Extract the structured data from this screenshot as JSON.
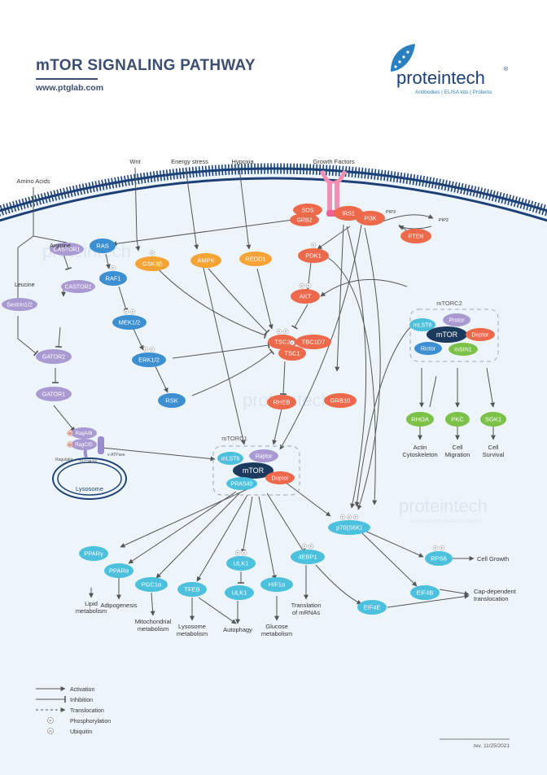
{
  "header": {
    "title": "mTOR SIGNALING PATHWAY",
    "url": "www.ptglab.com",
    "brand_name": "proteintech",
    "brand_mark": "®",
    "tagline": "Antibodies | ELISA kits | Proteins"
  },
  "watermarks": {
    "brand": "proteintech",
    "tagline": "Antibodies | ELISA kits | Proteins"
  },
  "stimuli": {
    "amino_acids": "Amino Acids",
    "arginine": "Arginine",
    "leucine": "Leucine",
    "wnt": "Wnt",
    "energy_stress": "Energy stress",
    "hypoxia": "Hypoxia",
    "growth_factors": "Growth Factors"
  },
  "membrane": {
    "pip3": "PIP3",
    "pip2": "PIP2"
  },
  "nodes": {
    "sos": "SOS",
    "grb2": "GRB2",
    "irs1": "IRS1",
    "pi3k": "PI3K",
    "pten": "PTEN",
    "ras": "RAS",
    "raf1": "RAF1",
    "mek12": "MEK1/2",
    "erk12": "ERK1/2",
    "rsk": "RSK",
    "gsk3b": "GSK3β",
    "ampk": "AMPK",
    "redd1": "REDD1",
    "pdk1": "PDK1",
    "akt": "AKT",
    "tsc2": "TSC2",
    "tsc1": "TSC1",
    "tbc1d7": "TBC1D7",
    "rheb": "RHEB",
    "grb10": "GRB10",
    "castor1": "CASTOR1",
    "castor2": "CASTOR2",
    "sestrin12": "Sestrin1/2",
    "gator2": "GATOR2",
    "gator1": "GATOR1",
    "ragab": "RagA/B",
    "ragcd": "RagC/D",
    "ragulator": "Ragulator",
    "vatpase": "v-ATPase",
    "slc38a9": "SLC38A9",
    "lysosome": "Lysosome",
    "mlst8": "mLST8",
    "raptor": "Raptor",
    "mtor": "mTOR",
    "deptor": "Deptor",
    "pras40": "PRAS40",
    "protor": "Protor",
    "rictor": "Rictor",
    "msin1": "mSIN1",
    "rhoa": "RHOA",
    "pkc": "PKC",
    "sgk1": "SGK1",
    "ppar_g": "PPARγ",
    "ppar_a": "PPARα",
    "pgc1a": "PGC1α",
    "tfeb": "TFEB",
    "ulk1": "ULK1",
    "hif1a": "HIF1α",
    "ebp1": "4EBP1",
    "p70s6k": "p70(S6K)",
    "rps6": "RPS6",
    "eif4b": "EIF4B",
    "eif4e": "EIF4E"
  },
  "complexes": {
    "mtorc1": "mTORC1",
    "mtorc2": "mTORC2"
  },
  "outcomes": {
    "actin": [
      "Actin",
      "Cytoskeleton"
    ],
    "migration": [
      "Cell",
      "Migration"
    ],
    "survival": [
      "Cell",
      "Survival"
    ],
    "lipid": [
      "Lipid",
      "metabolism"
    ],
    "adipogenesis": [
      "Adipogenesis"
    ],
    "mito": [
      "Mitochondrial",
      "metabolism"
    ],
    "lysosome_met": [
      "Lysosome",
      "metabolism"
    ],
    "autophagy": [
      "Autophagy"
    ],
    "glucose": [
      "Glucose",
      "metabolism"
    ],
    "translation": [
      "Translation",
      "of mRNAs"
    ],
    "cell_growth": [
      "Cell Growth"
    ],
    "cap_dep": [
      "Cap-dependent",
      "translocation"
    ]
  },
  "legend": {
    "activation": "Activation",
    "inhibition": "Inhibition",
    "translocation": "Translocation",
    "phosphorylation": "Phosphorylation",
    "ubiquitin": "Ubiquitin"
  },
  "glyphs": {
    "p": "P",
    "ub": "Ub"
  },
  "revision": "rev. 11/25/2021",
  "colors": {
    "orange": "#ec6a4b",
    "yellow": "#f6a336",
    "blue": "#3c8fd1",
    "purple": "#a99bd2",
    "green": "#7cc148",
    "cyan": "#4cc0dc",
    "navy": "#1b3a5e",
    "title": "#3c4f73",
    "cell": "#eef5fa"
  }
}
